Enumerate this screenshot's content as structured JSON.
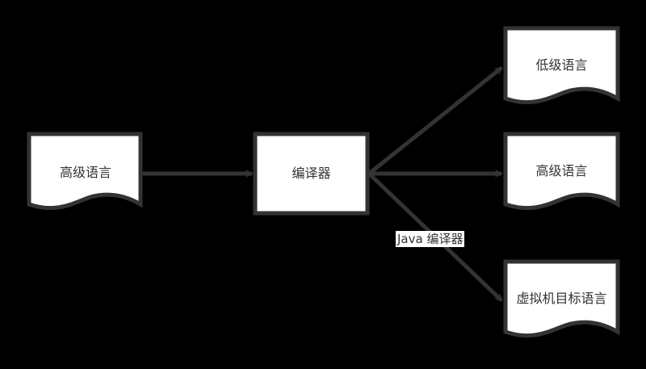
{
  "diagram": {
    "background": "#000000",
    "stroke_color": "#333333",
    "fill_color": "#ffffff",
    "text_color": "#333333",
    "nodes": [
      {
        "id": "source",
        "shape": "document",
        "label": "高级语言"
      },
      {
        "id": "compiler",
        "shape": "process",
        "label": "编译器"
      },
      {
        "id": "target_low",
        "shape": "document",
        "label": "低级语言"
      },
      {
        "id": "target_high",
        "shape": "document",
        "label": "高级语言"
      },
      {
        "id": "target_vm",
        "shape": "document",
        "label": "虚拟机目标语言"
      }
    ],
    "edges": [
      {
        "from": "source",
        "to": "compiler",
        "label": ""
      },
      {
        "from": "compiler",
        "to": "target_low",
        "label": ""
      },
      {
        "from": "compiler",
        "to": "target_high",
        "label": ""
      },
      {
        "from": "compiler",
        "to": "target_vm",
        "label": "Java 编译器"
      }
    ]
  }
}
